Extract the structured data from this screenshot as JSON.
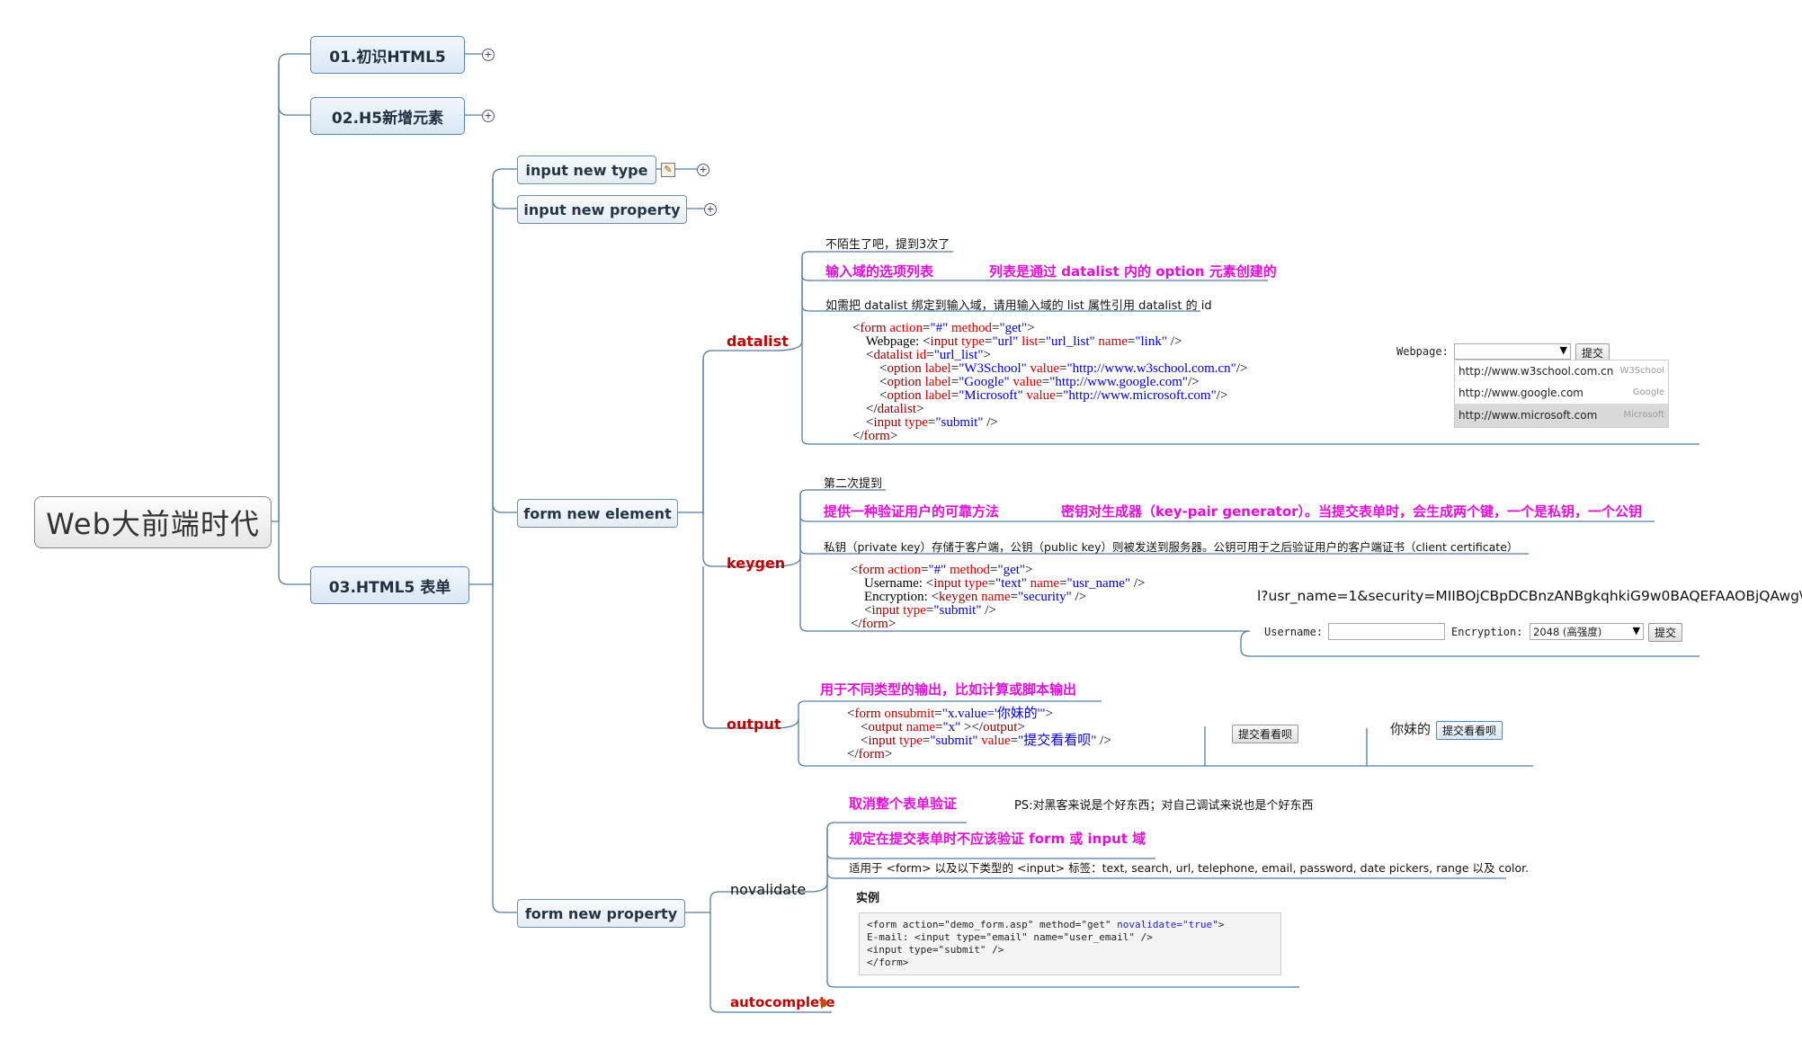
{
  "root": {
    "title": "Web大前端时代"
  },
  "main": [
    {
      "label": "01.初识HTML5"
    },
    {
      "label": "02.H5新增元素"
    },
    {
      "label": "03.HTML5 表单"
    }
  ],
  "sub": {
    "input_new_type": "input new type",
    "input_new_property": "input new property",
    "form_new_element": "form new element",
    "form_new_property": "form new property"
  },
  "datalist": {
    "label": "datalist",
    "note1": "不陌生了吧，提到3次了",
    "pink_a": "输入域的选项列表",
    "pink_b": "列表是通过 datalist 内的 option 元素创建的",
    "note2": "如需把 datalist 绑定到输入域，请用输入域的 list 属性引用 datalist 的 id",
    "demo": {
      "label": "Webpage:",
      "submit": "提交",
      "options": [
        {
          "url": "http://www.w3school.com.cn",
          "name": "W3School"
        },
        {
          "url": "http://www.google.com",
          "name": "Google"
        },
        {
          "url": "http://www.microsoft.com",
          "name": "Microsoft"
        }
      ]
    }
  },
  "keygen": {
    "label": "keygen",
    "note1": "第二次提到",
    "pink_a": "提供一种验证用户的可靠方法",
    "pink_b": "密钥对生成器（key-pair generator）。当提交表单时，会生成两个键，一个是私钥，一个公钥",
    "note2": "私钥（private key）存储于客户端，公钥（public key）则被发送到服务器。公钥可用于之后验证用户的客户端证书（client certificate）",
    "query": "l?usr_name=1&security=MIIBOjCBpDCBnzANBgkqhkiG9w0BAQEFAAOBjQAwg\\",
    "demo": {
      "username_label": "Username:",
      "encryption_label": "Encryption:",
      "encryption_value": "2048 (高强度)",
      "submit": "提交"
    }
  },
  "output": {
    "label": "output",
    "pink": "用于不同类型的输出，比如计算或脚本输出",
    "demo_button": "提交看看呗",
    "demo_result": "你妹的",
    "demo_button2": "提交看看呗"
  },
  "novalidate": {
    "label": "novalidate",
    "pink_a": "取消整个表单验证",
    "ps": "PS:对黑客来说是个好东西；对自己调试来说也是个好东西",
    "pink_b": "规定在提交表单时不应该验证 form 或 input 域",
    "note": "适用于 <form> 以及以下类型的 <input> 标签：text, search, url, telephone, email, password, date pickers, range 以及 color.",
    "example_title": "实例"
  },
  "autocomplete": {
    "label": "autocomplete"
  },
  "icons": {
    "expand": "plus-circle-icon",
    "note": "pencil-note-icon",
    "more": "arrow-right-icon"
  },
  "colors": {
    "pink": "#e010d8",
    "red": "#c00000",
    "link": "#5b86b2"
  }
}
